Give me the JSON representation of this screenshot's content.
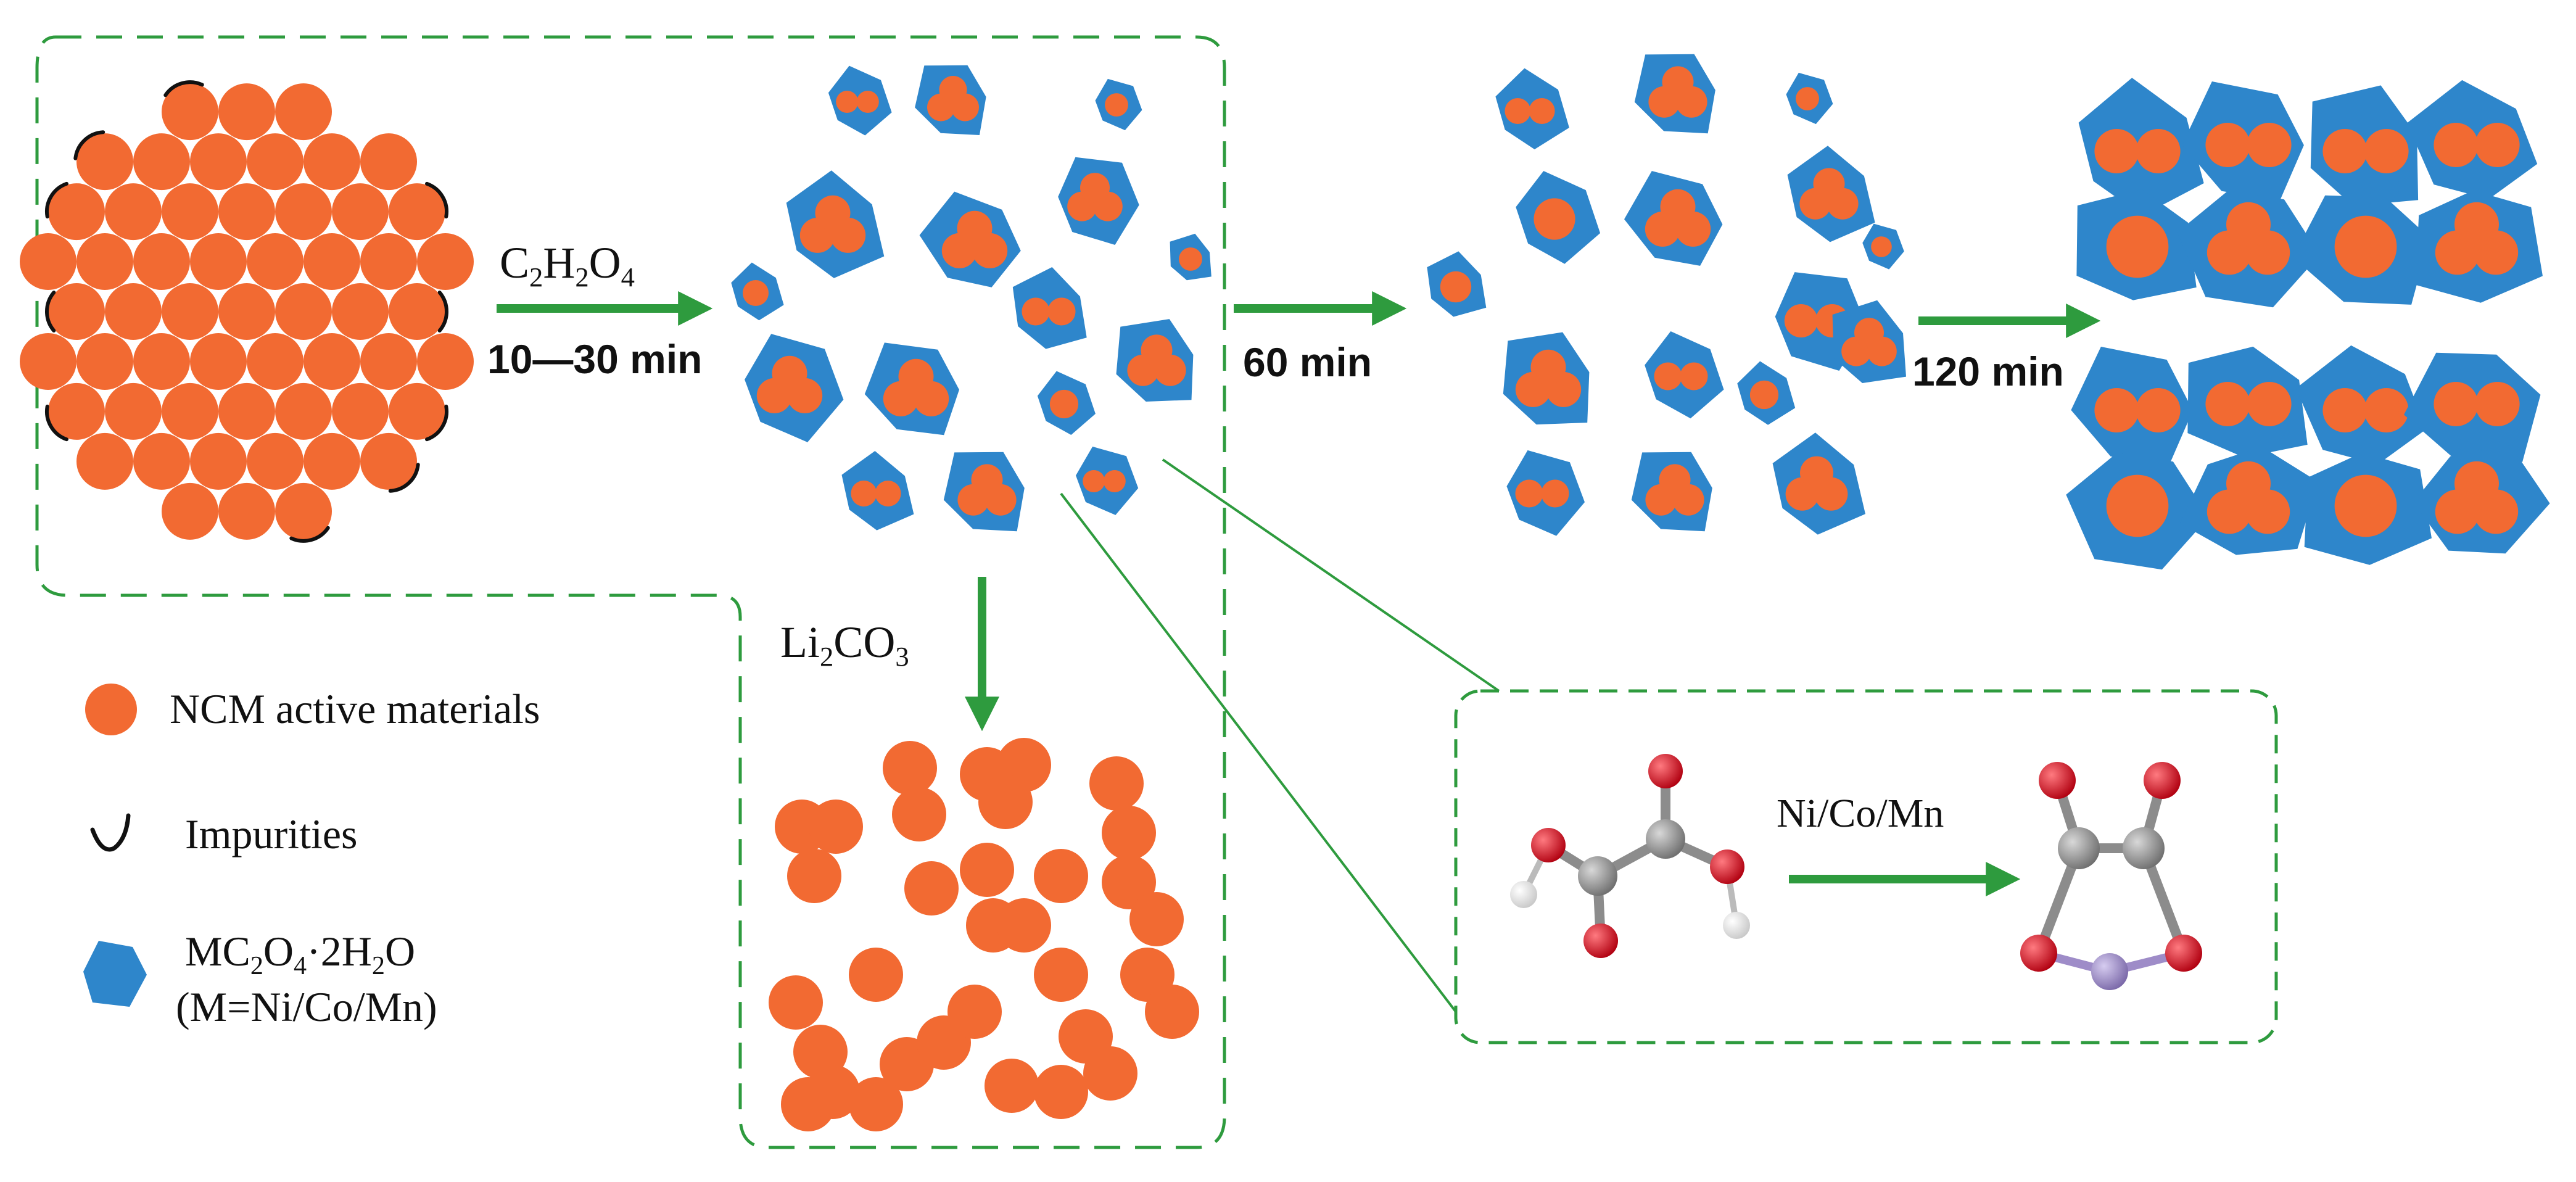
{
  "arrows": {
    "first_top": "C2H2O4",
    "first_bottom": "10—30 min",
    "second": "60 min",
    "third": "120 min",
    "down": "Li2CO3",
    "reaction": "Ni/Co/Mn"
  },
  "legend": {
    "ncm": "NCM active materials",
    "impurities": "Impurities",
    "oxalate_formula": "MC2O4·2H2O",
    "oxalate_metals": "(M=Ni/Co/Mn)"
  },
  "colors": {
    "ncm": "#F26A32",
    "oxalate": "#2E86CB",
    "arrow": "#2E9B3E",
    "dashed_frame": "#2E9B3E",
    "carbon": "#8C8C8C",
    "oxygen": "#E0101A",
    "hydrogen": "#F2F2F2",
    "metal": "#9E8CC8"
  }
}
